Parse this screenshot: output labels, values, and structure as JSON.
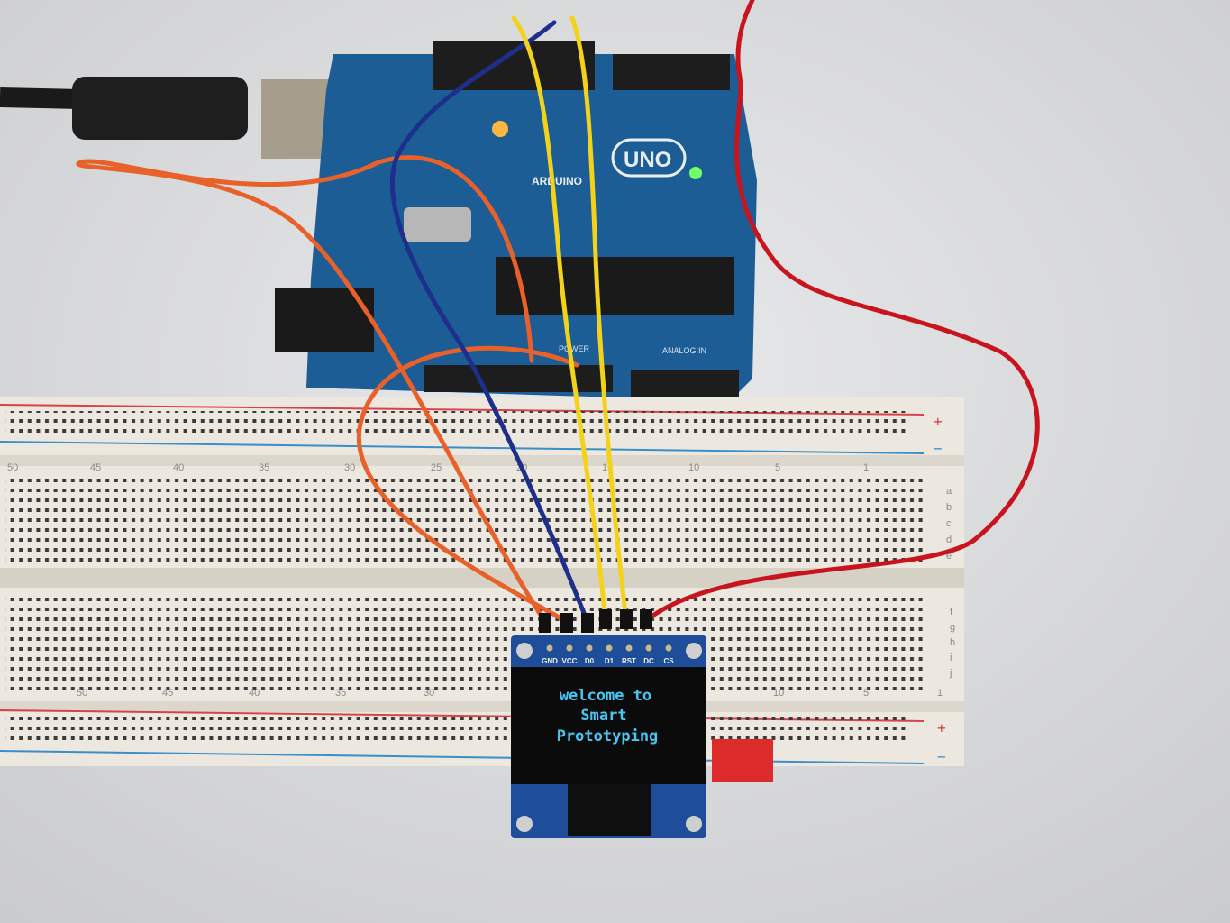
{
  "arduino": {
    "model_label": "UNO",
    "brand_label": "ARDUINO",
    "header_labels": [
      "POWER",
      "ANALOG IN"
    ]
  },
  "oled": {
    "pins": [
      "GND",
      "VCC",
      "D0",
      "D1",
      "RST",
      "DC",
      "CS"
    ],
    "lines": [
      "welcome to",
      "Smart",
      "Prototyping"
    ],
    "text_color": "#46c8f5"
  },
  "breadboard": {
    "column_numbers": [
      "50",
      "45",
      "40",
      "35",
      "30",
      "25",
      "20",
      "15",
      "10",
      "5",
      "1"
    ],
    "row_letters_top": [
      "a",
      "b",
      "c",
      "d",
      "e"
    ],
    "row_letters_bottom": [
      "f",
      "g",
      "h",
      "i",
      "j"
    ],
    "rail_plus": "+",
    "rail_minus": "−"
  },
  "colors": {
    "board": "#1c5d95",
    "wire_orange": "#e8602a",
    "wire_red": "#c8141e",
    "wire_yellow": "#f2d21a",
    "wire_blue": "#1d2f8a"
  }
}
